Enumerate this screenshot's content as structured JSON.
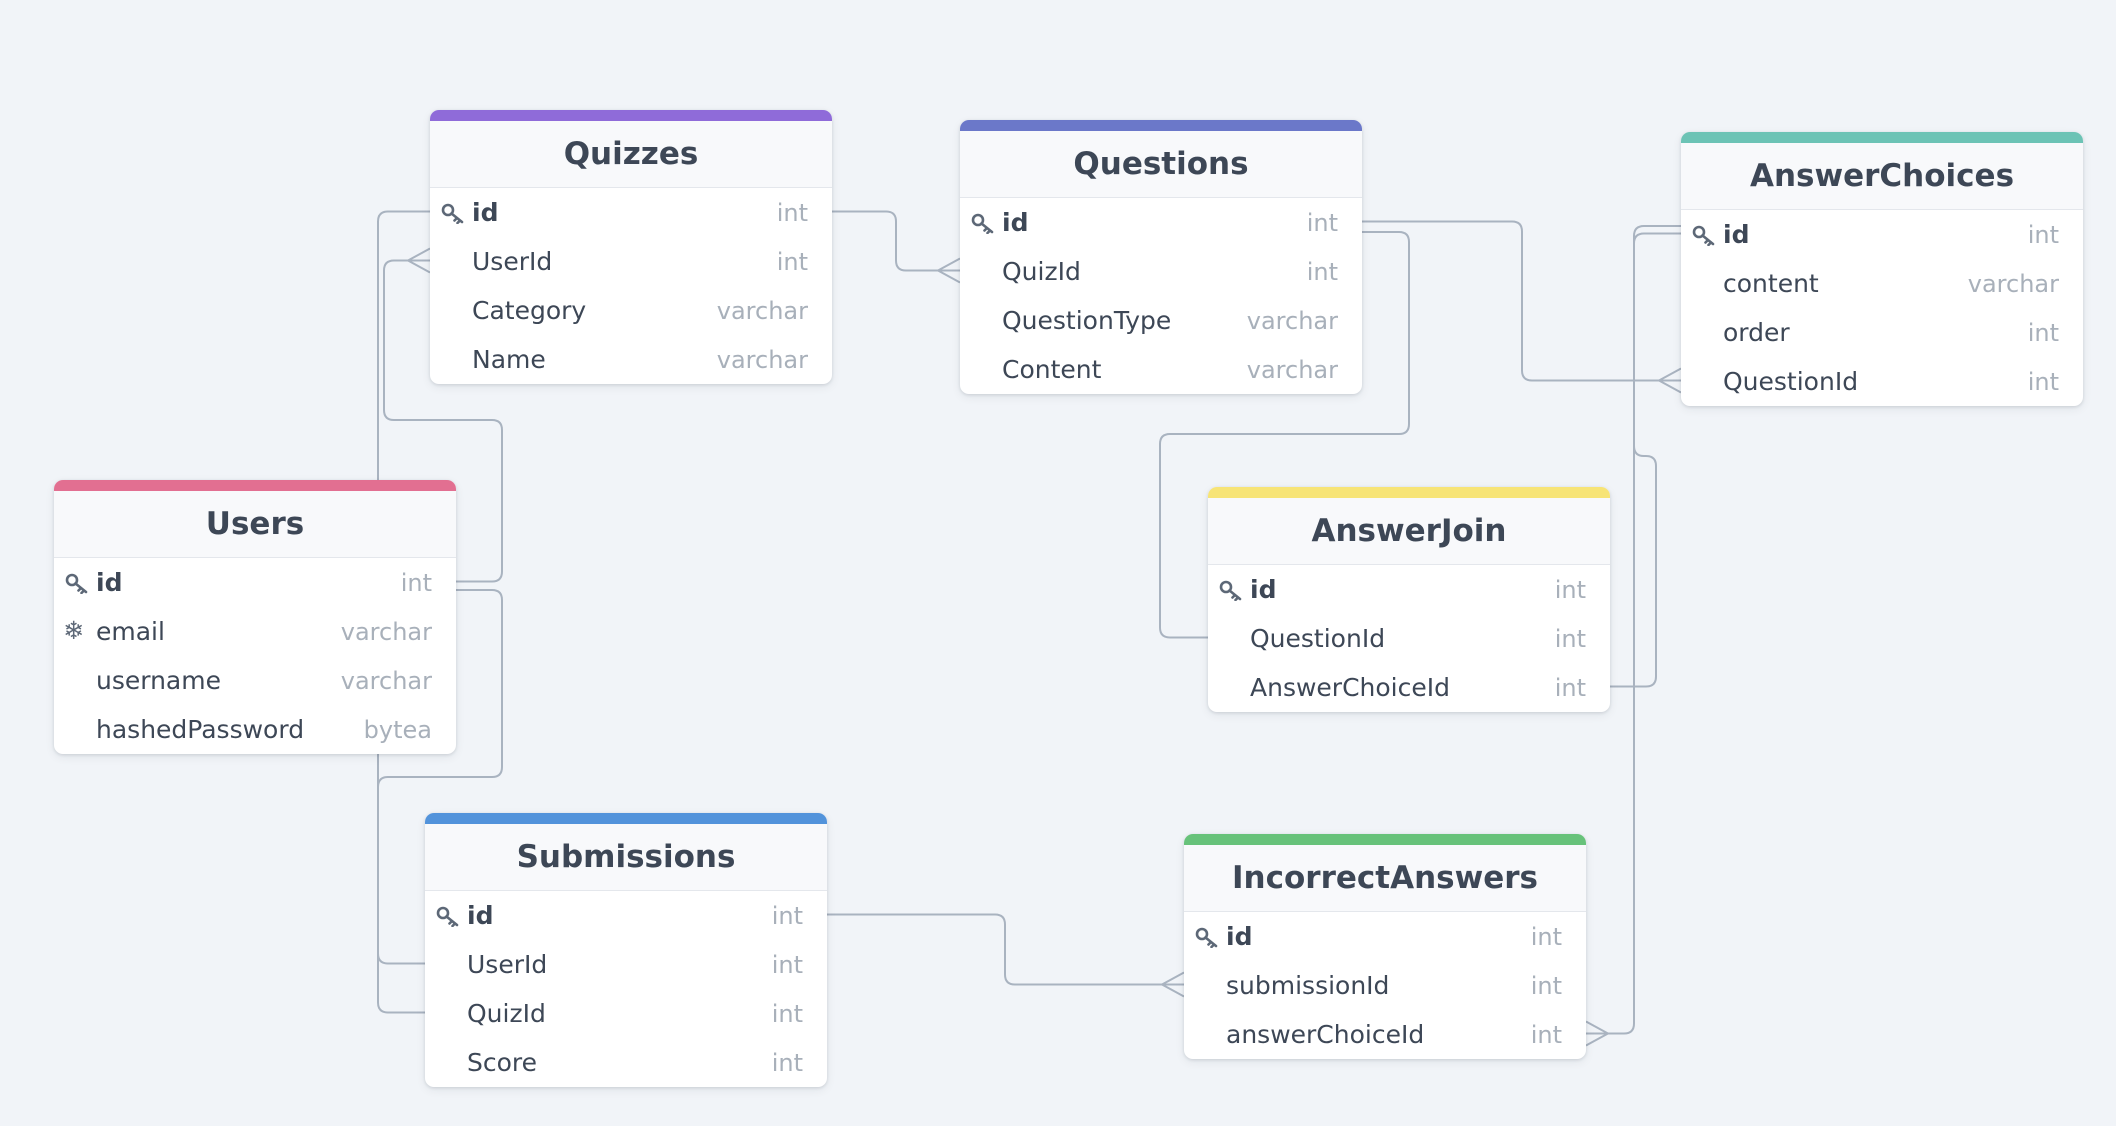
{
  "diagram": {
    "line_color": "#a9b3c0",
    "tables": [
      {
        "id": "quizzes",
        "name": "Quizzes",
        "color": "#8f6bd9",
        "columns": [
          {
            "name": "id",
            "type": "int",
            "icon": "key-icon"
          },
          {
            "name": "UserId",
            "type": "int"
          },
          {
            "name": "Category",
            "type": "varchar"
          },
          {
            "name": "Name",
            "type": "varchar"
          }
        ]
      },
      {
        "id": "questions",
        "name": "Questions",
        "color": "#6b78c9",
        "columns": [
          {
            "name": "id",
            "type": "int",
            "icon": "key-icon"
          },
          {
            "name": "QuizId",
            "type": "int"
          },
          {
            "name": "QuestionType",
            "type": "varchar"
          },
          {
            "name": "Content",
            "type": "varchar"
          }
        ]
      },
      {
        "id": "answerchoices",
        "name": "AnswerChoices",
        "color": "#6cc3b5",
        "columns": [
          {
            "name": "id",
            "type": "int",
            "icon": "key-icon"
          },
          {
            "name": "content",
            "type": "varchar"
          },
          {
            "name": "order",
            "type": "int"
          },
          {
            "name": "QuestionId",
            "type": "int"
          }
        ]
      },
      {
        "id": "users",
        "name": "Users",
        "color": "#e26f91",
        "columns": [
          {
            "name": "id",
            "type": "int",
            "icon": "key-icon"
          },
          {
            "name": "email",
            "type": "varchar",
            "icon": "snowflake-icon"
          },
          {
            "name": "username",
            "type": "varchar"
          },
          {
            "name": "hashedPassword",
            "type": "bytea"
          }
        ]
      },
      {
        "id": "answerjoin",
        "name": "AnswerJoin",
        "color": "#f7e476",
        "columns": [
          {
            "name": "id",
            "type": "int",
            "icon": "key-icon"
          },
          {
            "name": "QuestionId",
            "type": "int"
          },
          {
            "name": "AnswerChoiceId",
            "type": "int"
          }
        ]
      },
      {
        "id": "submissions",
        "name": "Submissions",
        "color": "#5293db",
        "columns": [
          {
            "name": "id",
            "type": "int",
            "icon": "key-icon"
          },
          {
            "name": "UserId",
            "type": "int"
          },
          {
            "name": "QuizId",
            "type": "int"
          },
          {
            "name": "Score",
            "type": "int"
          }
        ]
      },
      {
        "id": "incorrectanswers",
        "name": "IncorrectAnswers",
        "color": "#67c27a",
        "columns": [
          {
            "name": "id",
            "type": "int",
            "icon": "key-icon"
          },
          {
            "name": "submissionId",
            "type": "int"
          },
          {
            "name": "answerChoiceId",
            "type": "int"
          }
        ]
      }
    ],
    "relationships": [
      {
        "from": "users.id",
        "to": "quizzes.UserId",
        "cardinality": "one-to-many"
      },
      {
        "from": "quizzes.id",
        "to": "questions.QuizId",
        "cardinality": "one-to-many"
      },
      {
        "from": "questions.id",
        "to": "answerchoices.QuestionId",
        "cardinality": "one-to-many"
      },
      {
        "from": "questions.id",
        "to": "answerjoin.QuestionId",
        "cardinality": "one-to-one"
      },
      {
        "from": "answerchoices.id",
        "to": "answerjoin.AnswerChoiceId",
        "cardinality": "one-to-one"
      },
      {
        "from": "answerchoices.id",
        "to": "incorrectanswers.answerChoiceId",
        "cardinality": "one-to-many"
      },
      {
        "from": "users.id",
        "to": "submissions.UserId",
        "cardinality": "one-to-one"
      },
      {
        "from": "quizzes.id",
        "to": "submissions.QuizId",
        "cardinality": "one-to-one"
      },
      {
        "from": "submissions.id",
        "to": "incorrectanswers.submissionId",
        "cardinality": "one-to-many"
      }
    ]
  }
}
